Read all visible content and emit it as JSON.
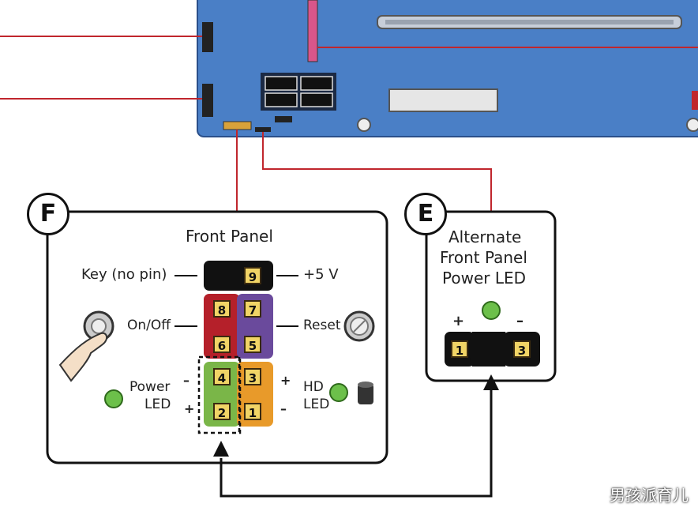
{
  "front_panel": {
    "badge": "F",
    "title": "Front Panel",
    "key_label": "Key (no pin)",
    "plus5v_label": "+5 V",
    "onoff_label": "On/Off",
    "reset_label": "Reset",
    "power_led_label_1": "Power",
    "power_led_label_2": "LED",
    "hd_led_label_1": "HD",
    "hd_led_label_2": "LED",
    "minus_sign": "–",
    "plus_sign": "+",
    "pins": [
      "9",
      "8",
      "7",
      "6",
      "5",
      "4",
      "3",
      "2",
      "1"
    ]
  },
  "alt_panel": {
    "badge": "E",
    "title_line1": "Alternate",
    "title_line2": "Front Panel",
    "title_line3": "Power LED",
    "plus_sign": "+",
    "minus_sign": "–",
    "pin_1": "1",
    "pin_3": "3"
  },
  "watermark": "男孩派育儿",
  "colors": {
    "board": "#4a7fc6",
    "wire": "#c0262d",
    "pin_red": "#b5202a",
    "pin_purple": "#6a4a9c",
    "pin_orange": "#e89a2a",
    "pin_green": "#7ab648",
    "pin_yellow": "#f1d466",
    "led_green": "#6cc04a"
  }
}
